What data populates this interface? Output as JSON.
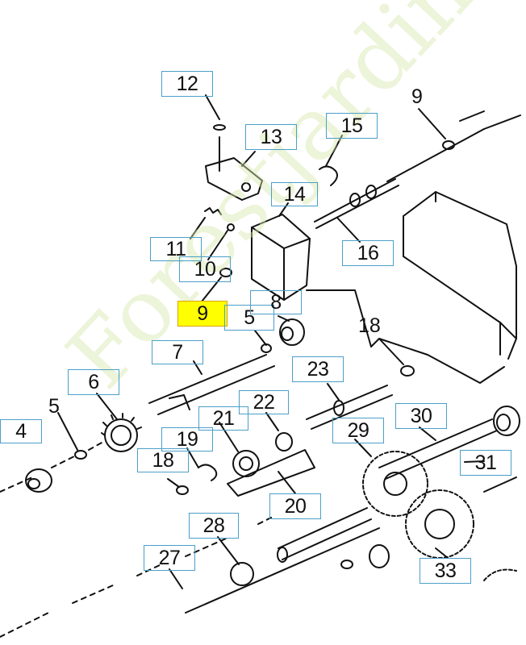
{
  "diagram": {
    "selected_part": "9",
    "watermark_text": "Forestjardin.com",
    "labels": [
      {
        "id": "12",
        "text": "12"
      },
      {
        "id": "13",
        "text": "13"
      },
      {
        "id": "15",
        "text": "15"
      },
      {
        "id": "9-top",
        "text": "9"
      },
      {
        "id": "14",
        "text": "14"
      },
      {
        "id": "11",
        "text": "11"
      },
      {
        "id": "10",
        "text": "10"
      },
      {
        "id": "16",
        "text": "16"
      },
      {
        "id": "9-selected",
        "text": "9"
      },
      {
        "id": "5-top",
        "text": "5"
      },
      {
        "id": "8",
        "text": "8"
      },
      {
        "id": "18-top",
        "text": "18"
      },
      {
        "id": "7",
        "text": "7"
      },
      {
        "id": "23",
        "text": "23"
      },
      {
        "id": "6",
        "text": "6"
      },
      {
        "id": "22",
        "text": "22"
      },
      {
        "id": "5-left",
        "text": "5"
      },
      {
        "id": "4",
        "text": "4"
      },
      {
        "id": "21",
        "text": "21"
      },
      {
        "id": "19",
        "text": "19"
      },
      {
        "id": "29",
        "text": "29"
      },
      {
        "id": "30",
        "text": "30"
      },
      {
        "id": "18-bottom",
        "text": "18"
      },
      {
        "id": "31",
        "text": "31"
      },
      {
        "id": "20",
        "text": "20"
      },
      {
        "id": "28",
        "text": "28"
      },
      {
        "id": "27",
        "text": "27"
      },
      {
        "id": "33",
        "text": "33"
      }
    ]
  }
}
